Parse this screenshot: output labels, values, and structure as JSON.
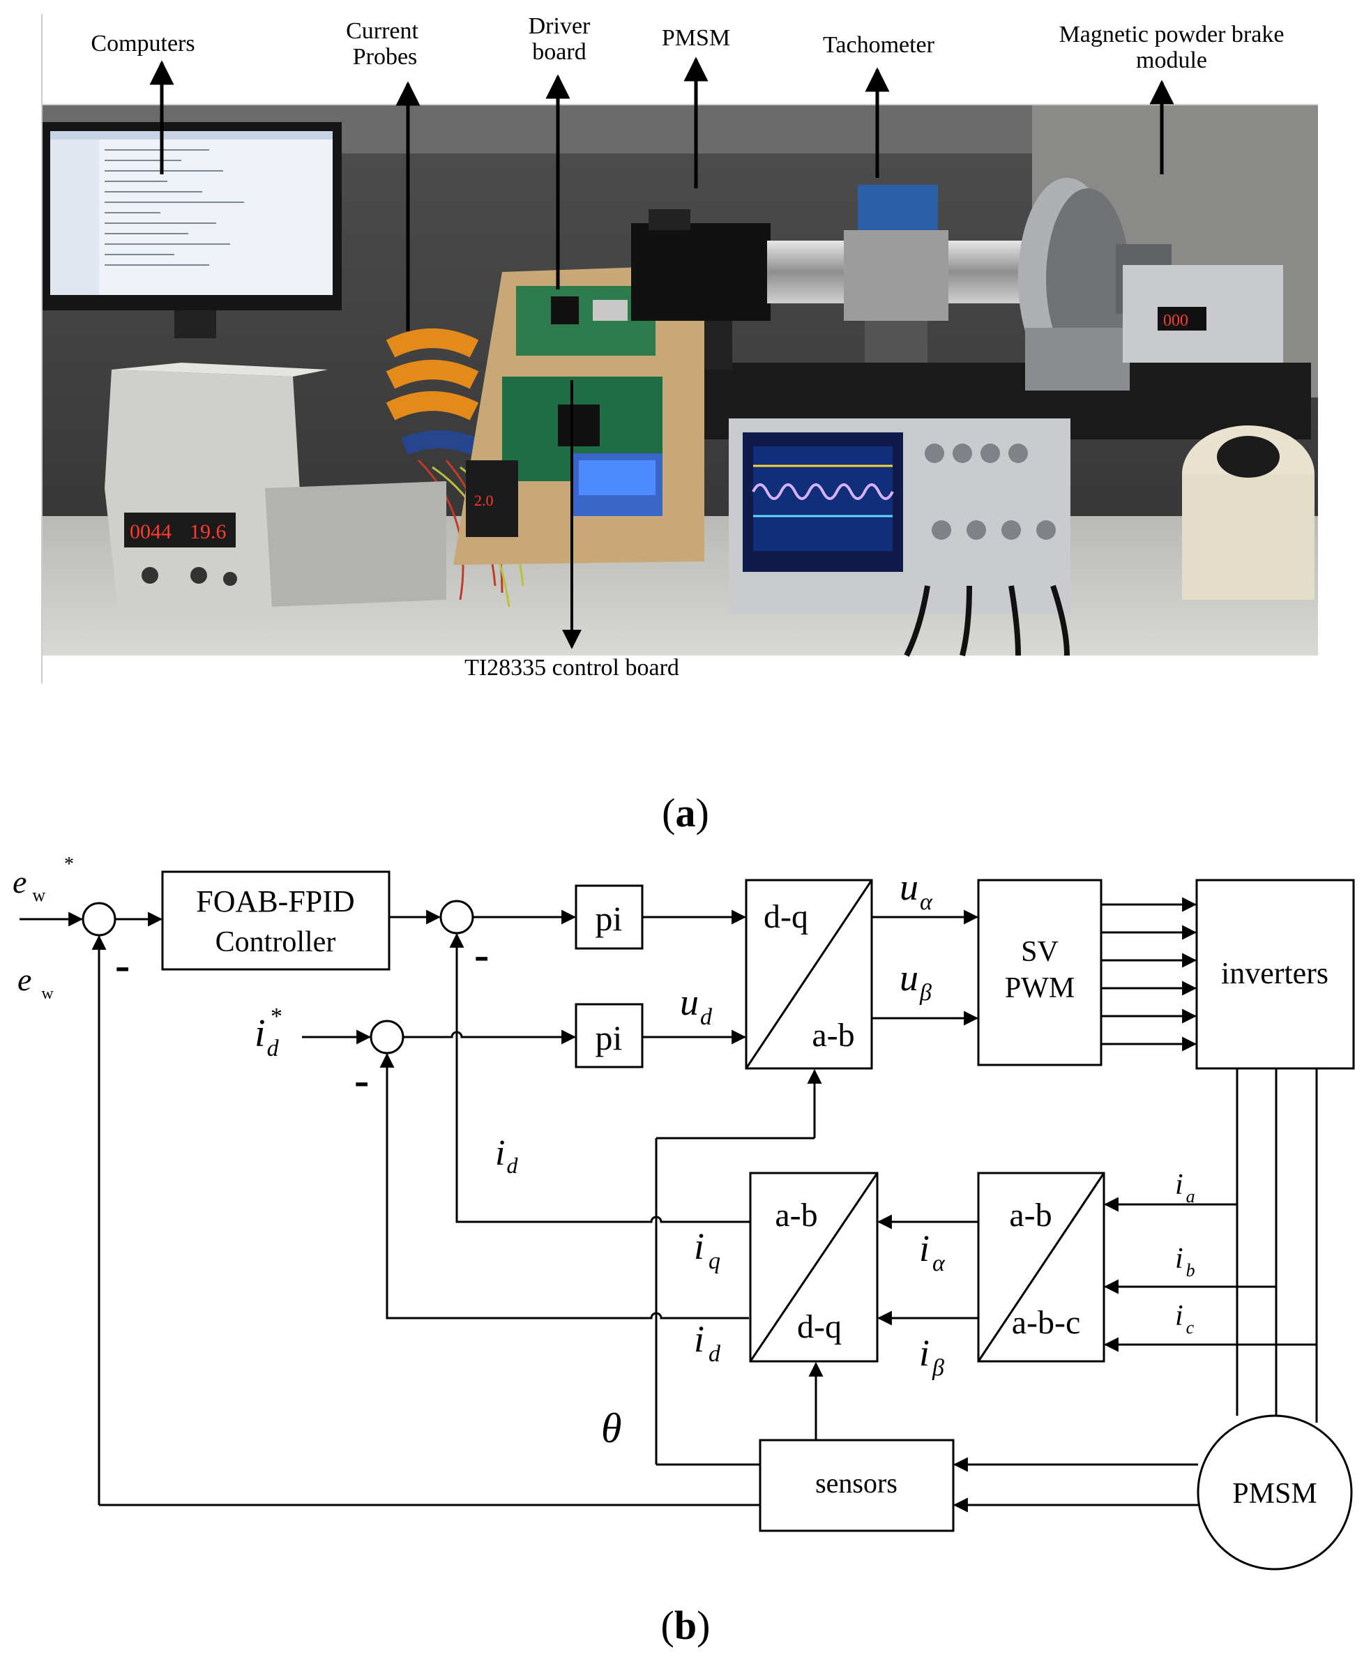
{
  "photo": {
    "labels": {
      "computers": "Computers",
      "current_probes_1": "Current",
      "current_probes_2": "Probes",
      "driver_board_1": "Driver",
      "driver_board_2": "board",
      "pmsm": "PMSM",
      "tachometer": "Tachometer",
      "brake_1": "Magnetic powder brake",
      "brake_2": "module",
      "control_board": "TI28335 control board"
    },
    "readouts": {
      "psu_left": "0044",
      "psu_right": "19.6",
      "brake_display": "000",
      "small_meter": "2.0"
    }
  },
  "caption_a": {
    "open": "(",
    "letter": "a",
    "close": ")"
  },
  "caption_b": {
    "open": "(",
    "letter": "b",
    "close": ")"
  },
  "diagram": {
    "blocks": {
      "controller_1": "FOAB-FPID",
      "controller_2": "Controller",
      "pi_top": "pi",
      "pi_bottom": "pi",
      "dq_ab_top": "d-q",
      "dq_ab_bottom": "a-b",
      "svpwm_1": "SV",
      "svpwm_2": "PWM",
      "inverters": "inverters",
      "park_top": "a-b",
      "park_bottom": "d-q",
      "clarke_top": "a-b",
      "clarke_bottom": "a-b-c",
      "sensors": "sensors",
      "motor": "PMSM"
    },
    "signals": {
      "ew_star_e": "e",
      "ew_star_sub": "w",
      "ew_star_sup": "*",
      "ew_e": "e",
      "ew_sub": "w",
      "id_star_i": "i",
      "id_star_sub": "d",
      "id_star_sup": "*",
      "id_fb_i": "i",
      "id_fb_sub": "d",
      "u_alpha_u": "u",
      "u_alpha_sub": "α",
      "u_beta_u": "u",
      "u_beta_sub": "β",
      "u_d_u": "u",
      "u_d_sub": "d",
      "i_q_i": "i",
      "i_q_sub": "q",
      "i_d2_i": "i",
      "i_d2_sub": "d",
      "i_alpha_i": "i",
      "i_alpha_sub": "α",
      "i_beta_i": "i",
      "i_beta_sub": "β",
      "i_a_i": "i",
      "i_a_sub": "a",
      "i_b_i": "i",
      "i_b_sub": "b",
      "i_c_i": "i",
      "i_c_sub": "c",
      "theta": "θ",
      "minus_1": "-",
      "minus_2": "-",
      "minus_3": "-"
    }
  }
}
